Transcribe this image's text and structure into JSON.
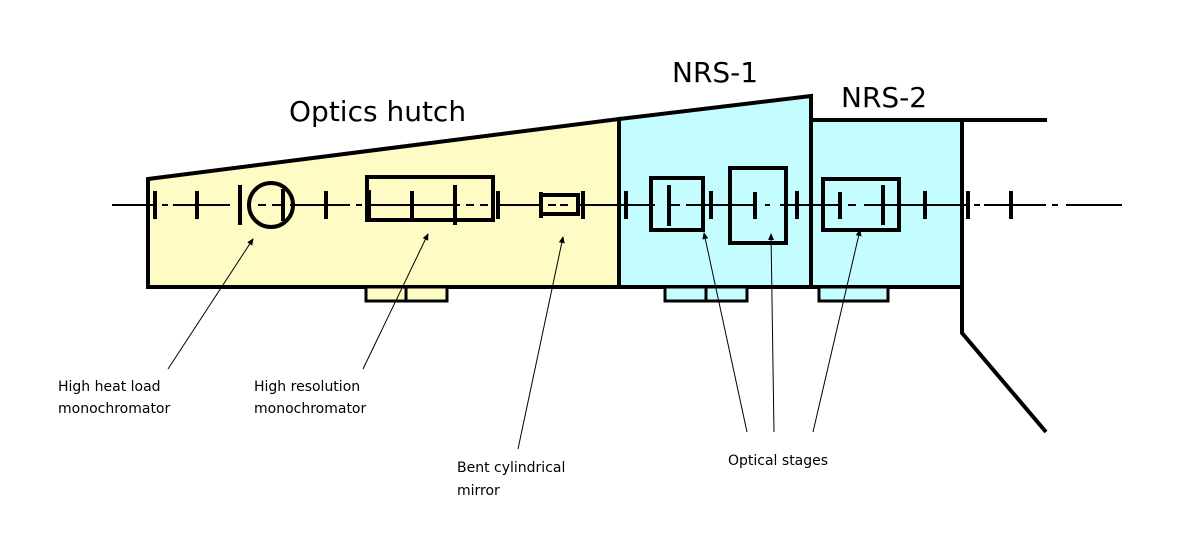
{
  "diagram": {
    "colors": {
      "optics_hutch_fill": "#FFFBC4",
      "nrs_fill": "#C3FDFF",
      "stroke": "#000000"
    },
    "regions": [
      {
        "id": "optics-hutch",
        "title": "Optics hutch"
      },
      {
        "id": "nrs-1",
        "title": "NRS-1"
      },
      {
        "id": "nrs-2",
        "title": "NRS-2"
      }
    ],
    "labels": [
      {
        "id": "hhlm",
        "lines": [
          "High heat load",
          "monochromator"
        ]
      },
      {
        "id": "hrm",
        "lines": [
          "High resolution",
          "monochromator"
        ]
      },
      {
        "id": "bcm",
        "lines": [
          "Bent cylindrical",
          "mirror"
        ]
      },
      {
        "id": "stages",
        "lines": [
          "Optical stages"
        ]
      }
    ]
  }
}
